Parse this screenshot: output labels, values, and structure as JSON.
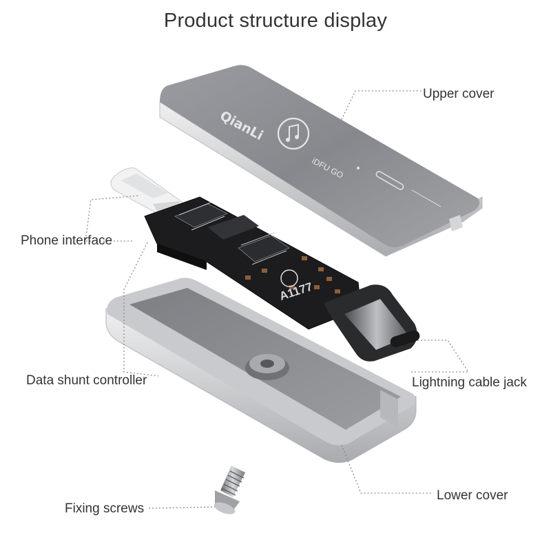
{
  "title": "Product structure display",
  "labels": {
    "upper_cover": "Upper cover",
    "phone_interface": "Phone interface",
    "data_shunt_controller": "Data shunt controller",
    "lightning_cable_jack": "Lightning cable jack",
    "lower_cover": "Lower cover",
    "fixing_screws": "Fixing screws"
  },
  "device": {
    "brand": "QianLi",
    "model": "iDFU GO",
    "board_mark": "A1177"
  },
  "colors": {
    "cover_top": "#8f9196",
    "cover_edge": "#d9dadc",
    "pcb": "#1c1c1e",
    "leader": "#8a8a8a",
    "text": "#333333"
  }
}
